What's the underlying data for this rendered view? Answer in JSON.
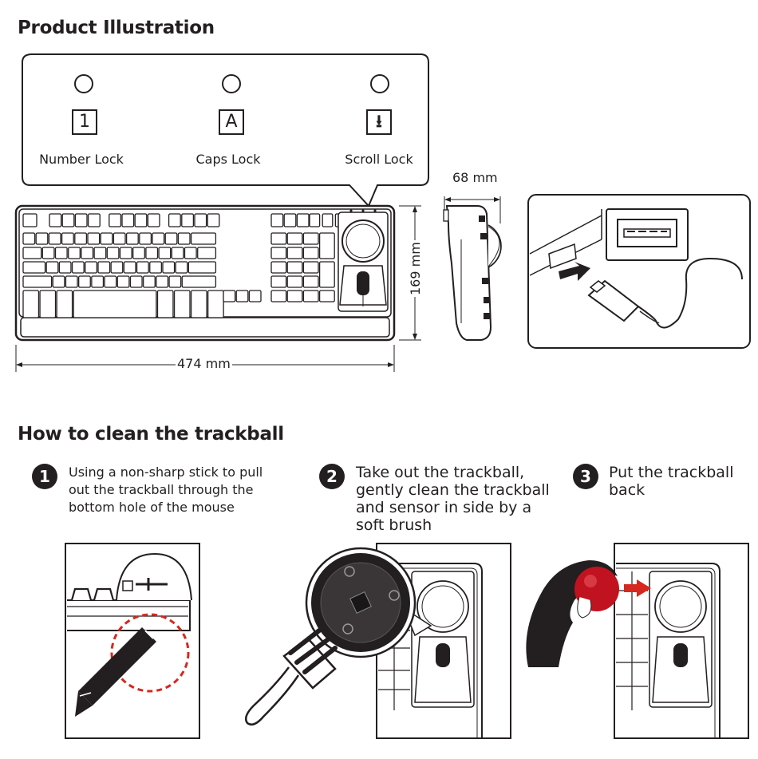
{
  "sections": {
    "product_title": "Product Illustration",
    "cleaning_title": "How to clean the trackball"
  },
  "indicators": [
    {
      "label": "Number Lock",
      "glyph": "1",
      "icon": "number-lock-icon"
    },
    {
      "label": "Caps Lock",
      "glyph": "A",
      "icon": "caps-lock-icon"
    },
    {
      "label": "Scroll Lock",
      "glyph": "⭳",
      "icon": "scroll-lock-icon"
    }
  ],
  "dimensions": {
    "width": "474 mm",
    "height": "169 mm",
    "depth": "68 mm"
  },
  "steps": [
    {
      "number": "1",
      "text": [
        "Using a non-sharp stick to pull",
        "out the trackball through the",
        "bottom hole of the mouse"
      ]
    },
    {
      "number": "2",
      "text": [
        "Take out the trackball,",
        "gently clean the trackball",
        "and sensor in side by a",
        "soft brush"
      ]
    },
    {
      "number": "3",
      "text": [
        "Put the trackball",
        "back"
      ]
    }
  ],
  "colors": {
    "ink": "#231f20",
    "trackball_red": "#c1121f",
    "guide_red": "#d6281e"
  }
}
